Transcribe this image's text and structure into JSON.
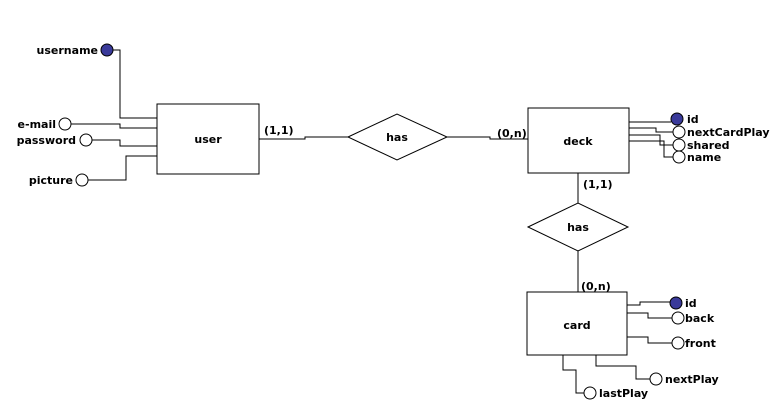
{
  "entities": {
    "user": "user",
    "deck": "deck",
    "card": "card"
  },
  "relationships": {
    "user_deck": "has",
    "deck_card": "has"
  },
  "cardinalities": {
    "user_side": "(1,1)",
    "deck_side_top": "(0,n)",
    "deck_side_bottom": "(1,1)",
    "card_side": "(0,n)"
  },
  "attributes": {
    "user": {
      "username": "username",
      "email": "e-mail",
      "password": "password",
      "picture": "picture"
    },
    "deck": {
      "id": "id",
      "next_card_play": "nextCardPlay",
      "shared": "shared",
      "name": "name"
    },
    "card": {
      "id": "id",
      "back": "back",
      "front": "front",
      "next_play": "nextPlay",
      "last_play": "lastPlay"
    }
  },
  "colors": {
    "key_attribute_fill": "#3a3a9a",
    "stroke": "#000000",
    "background": "#ffffff"
  }
}
